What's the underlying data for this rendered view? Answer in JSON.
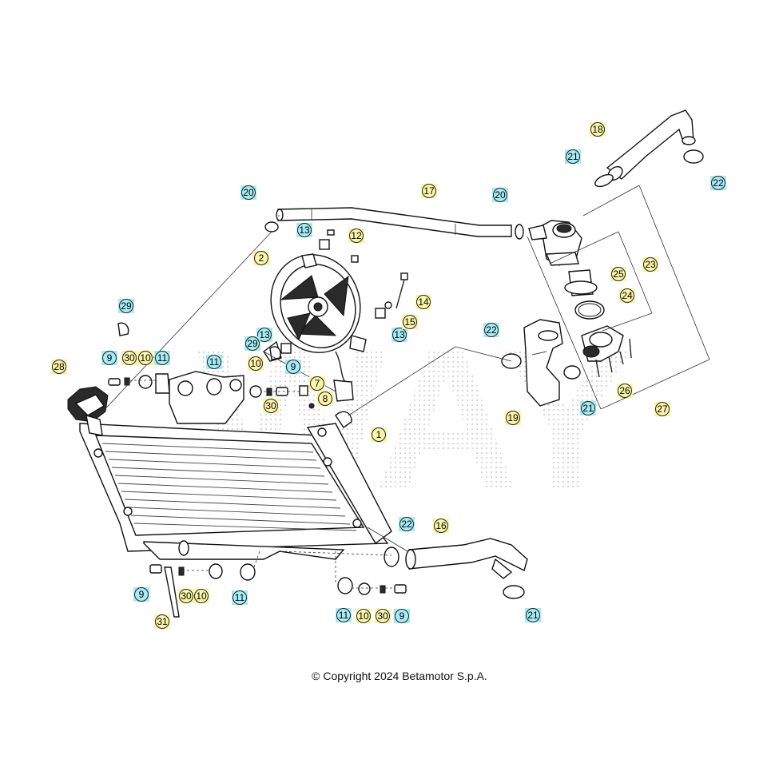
{
  "watermark": "WAY",
  "copyright": "© Copyright 2024 Betamotor S.p.A.",
  "colors": {
    "cyan": "#a6ecf4",
    "yellow": "#fbf5a8",
    "line": "#222222"
  },
  "callouts": [
    {
      "id": "c1",
      "label": "1",
      "color": "yellow"
    },
    {
      "id": "c2",
      "label": "2",
      "color": "yellow"
    },
    {
      "id": "c7",
      "label": "7",
      "color": "yellow"
    },
    {
      "id": "c8",
      "label": "8",
      "color": "yellow"
    },
    {
      "id": "c9a",
      "label": "9",
      "color": "cyan"
    },
    {
      "id": "c9b",
      "label": "9",
      "color": "cyan"
    },
    {
      "id": "c9c",
      "label": "9",
      "color": "cyan"
    },
    {
      "id": "c9d",
      "label": "9",
      "color": "cyan"
    },
    {
      "id": "c10a",
      "label": "10",
      "color": "yellow"
    },
    {
      "id": "c10b",
      "label": "10",
      "color": "yellow"
    },
    {
      "id": "c10c",
      "label": "10",
      "color": "yellow"
    },
    {
      "id": "c10d",
      "label": "10",
      "color": "yellow"
    },
    {
      "id": "c11a",
      "label": "11",
      "color": "cyan"
    },
    {
      "id": "c11b",
      "label": "11",
      "color": "cyan"
    },
    {
      "id": "c11c",
      "label": "11",
      "color": "cyan"
    },
    {
      "id": "c11d",
      "label": "11",
      "color": "cyan"
    },
    {
      "id": "c12",
      "label": "12",
      "color": "yellow"
    },
    {
      "id": "c13a",
      "label": "13",
      "color": "cyan"
    },
    {
      "id": "c13b",
      "label": "13",
      "color": "cyan"
    },
    {
      "id": "c13c",
      "label": "13",
      "color": "cyan"
    },
    {
      "id": "c14",
      "label": "14",
      "color": "yellow"
    },
    {
      "id": "c15",
      "label": "15",
      "color": "yellow"
    },
    {
      "id": "c16",
      "label": "16",
      "color": "yellow"
    },
    {
      "id": "c17",
      "label": "17",
      "color": "yellow"
    },
    {
      "id": "c18",
      "label": "18",
      "color": "yellow"
    },
    {
      "id": "c19",
      "label": "19",
      "color": "yellow"
    },
    {
      "id": "c20a",
      "label": "20",
      "color": "cyan"
    },
    {
      "id": "c20b",
      "label": "20",
      "color": "cyan"
    },
    {
      "id": "c21a",
      "label": "21",
      "color": "cyan"
    },
    {
      "id": "c21b",
      "label": "21",
      "color": "cyan"
    },
    {
      "id": "c21c",
      "label": "21",
      "color": "cyan"
    },
    {
      "id": "c22a",
      "label": "22",
      "color": "cyan"
    },
    {
      "id": "c22b",
      "label": "22",
      "color": "cyan"
    },
    {
      "id": "c22c",
      "label": "22",
      "color": "cyan"
    },
    {
      "id": "c23",
      "label": "23",
      "color": "yellow"
    },
    {
      "id": "c24",
      "label": "24",
      "color": "yellow"
    },
    {
      "id": "c25",
      "label": "25",
      "color": "yellow"
    },
    {
      "id": "c26",
      "label": "26",
      "color": "yellow"
    },
    {
      "id": "c27",
      "label": "27",
      "color": "yellow"
    },
    {
      "id": "c28",
      "label": "28",
      "color": "yellow"
    },
    {
      "id": "c29a",
      "label": "29",
      "color": "cyan"
    },
    {
      "id": "c29b",
      "label": "29",
      "color": "cyan"
    },
    {
      "id": "c30a",
      "label": "30",
      "color": "yellow"
    },
    {
      "id": "c30b",
      "label": "30",
      "color": "yellow"
    },
    {
      "id": "c30c",
      "label": "30",
      "color": "yellow"
    },
    {
      "id": "c30d",
      "label": "30",
      "color": "yellow"
    },
    {
      "id": "c31",
      "label": "31",
      "color": "yellow"
    }
  ]
}
